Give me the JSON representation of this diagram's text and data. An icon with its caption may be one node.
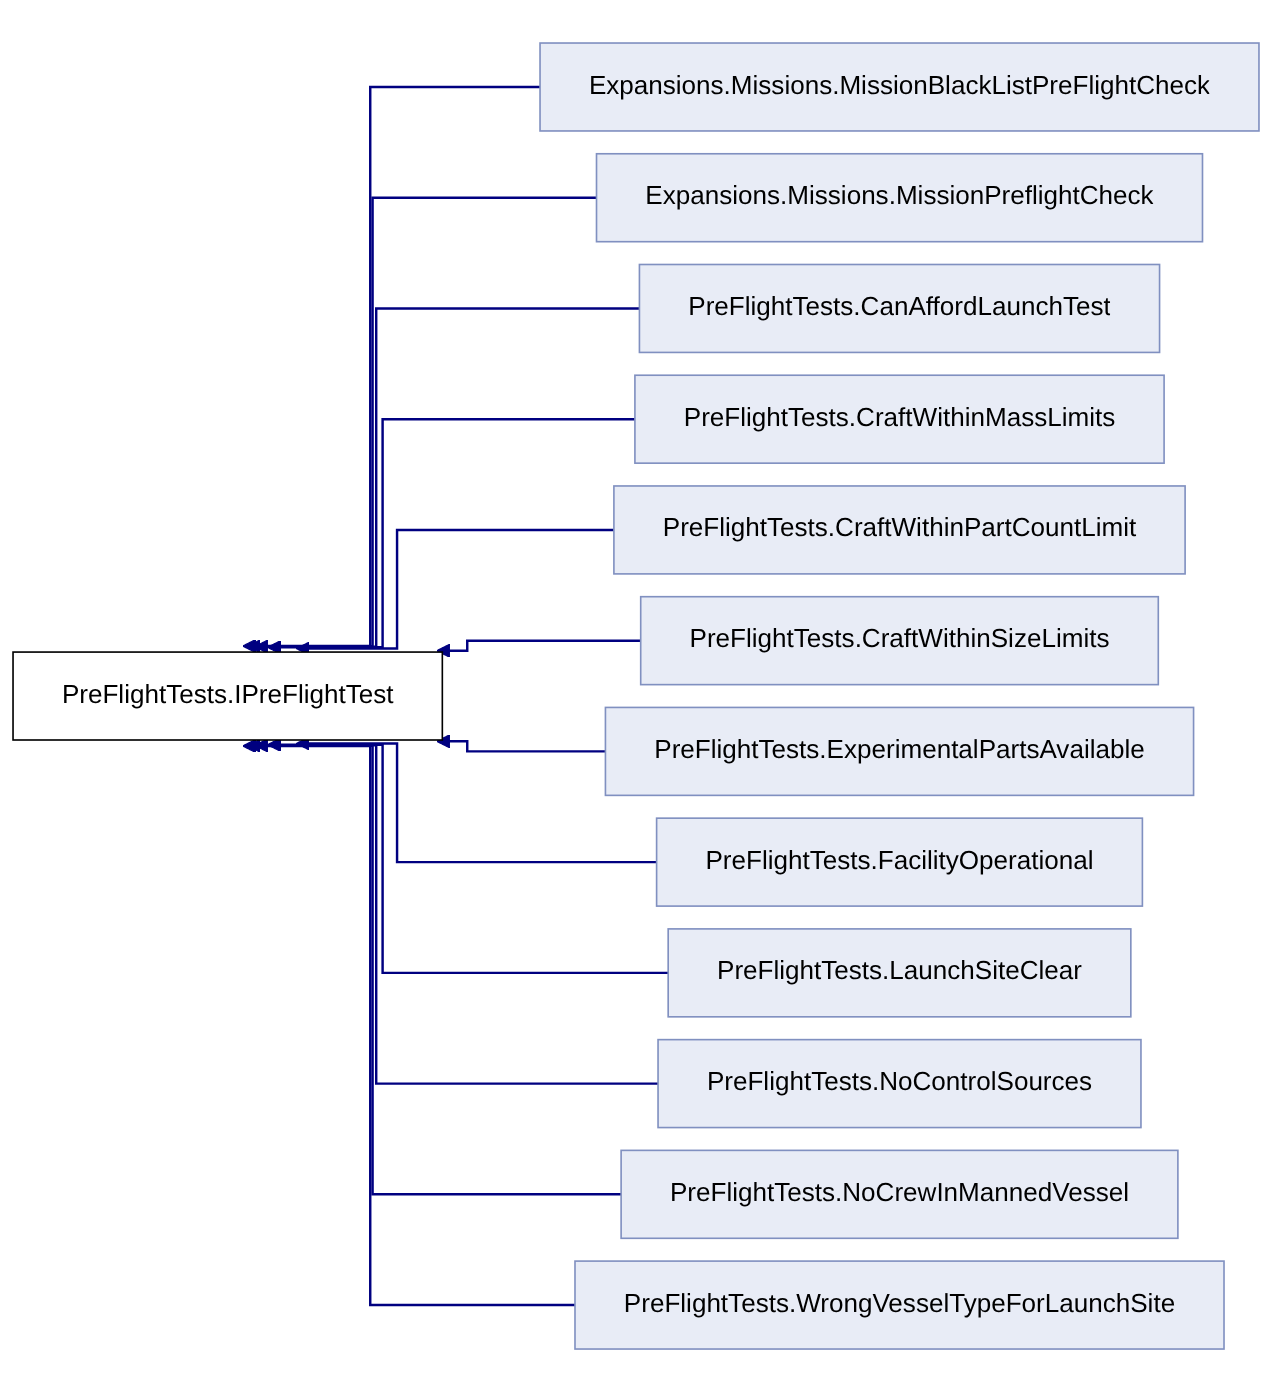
{
  "diagram": {
    "nodes": [
      {
        "text": [
          "PreFlightTests.IPreFlightTest"
        ]
      },
      {
        "text": [
          "Expansions.Missions.MissionBlackListPreFlightCheck"
        ]
      },
      {
        "text": [
          "Expansions.Missions.MissionPreflightCheck"
        ]
      },
      {
        "text": [
          "PreFlightTests.CanAffordLaunchTest"
        ]
      },
      {
        "text": [
          "PreFlightTests.CraftWithinMassLimits"
        ]
      },
      {
        "text": [
          "PreFlightTests.CraftWithinPartCountLimit"
        ]
      },
      {
        "text": [
          "PreFlightTests.CraftWithinSizeLimits"
        ]
      },
      {
        "text": [
          "PreFlightTests.ExperimentalPartsAvailable"
        ]
      },
      {
        "text": [
          "PreFlightTests.FacilityOperational"
        ]
      },
      {
        "text": [
          "PreFlightTests.LaunchSiteClear"
        ]
      },
      {
        "text": [
          "PreFlightTests.NoControlSources"
        ]
      },
      {
        "text": [
          "PreFlightTests.NoCrewInMannedVessel"
        ]
      },
      {
        "text": [
          "PreFlightTests.WrongVesselTypeForLaunchSite"
        ]
      }
    ],
    "edges": [
      {
        "from": 1,
        "to": 0,
        "arrow": "to"
      },
      {
        "from": 2,
        "to": 0,
        "arrow": "to"
      },
      {
        "from": 3,
        "to": 0,
        "arrow": "to"
      },
      {
        "from": 4,
        "to": 0,
        "arrow": "to"
      },
      {
        "from": 5,
        "to": 0,
        "arrow": "to"
      },
      {
        "from": 6,
        "to": 0,
        "arrow": "to"
      },
      {
        "from": 7,
        "to": 0,
        "arrow": "to"
      },
      {
        "from": 8,
        "to": 0,
        "arrow": "to"
      },
      {
        "from": 9,
        "to": 0,
        "arrow": "to"
      },
      {
        "from": 10,
        "to": 0,
        "arrow": "to"
      },
      {
        "from": 11,
        "to": 0,
        "arrow": "to"
      },
      {
        "from": 12,
        "to": 0,
        "arrow": "to"
      }
    ]
  }
}
